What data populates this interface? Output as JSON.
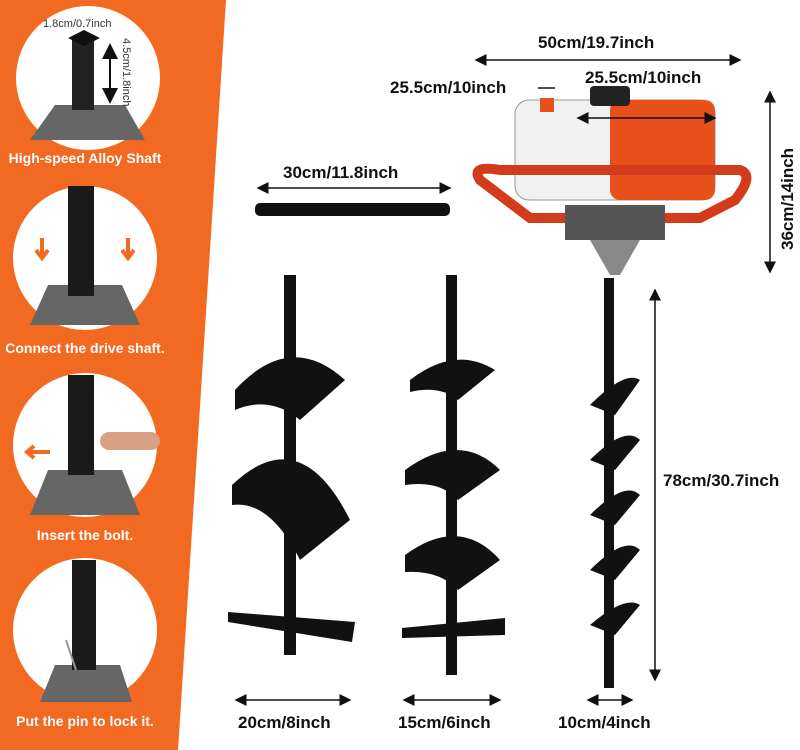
{
  "steps": [
    {
      "caption": "High-speed Alloy Shaft",
      "width_label": "1.8cm/0.7inch",
      "height_label": "4.5cm/1.8inch"
    },
    {
      "caption": "Connect the drive shaft."
    },
    {
      "caption": "Insert the bolt."
    },
    {
      "caption": "Put the pin to lock it."
    }
  ],
  "dimensions": {
    "overall_width": "50cm/19.7inch",
    "tank_width": "25.5cm/10inch",
    "engine_width": "25.5cm/10inch",
    "engine_height": "36cm/14inch",
    "extension_length": "30cm/11.8inch",
    "bit_length": "78cm/30.7inch",
    "bit_large": "20cm/8inch",
    "bit_medium": "15cm/6inch",
    "bit_small": "10cm/4inch"
  },
  "colors": {
    "accent": "#f26a21",
    "engine_orange": "#e8501c",
    "steel": "#111111"
  }
}
